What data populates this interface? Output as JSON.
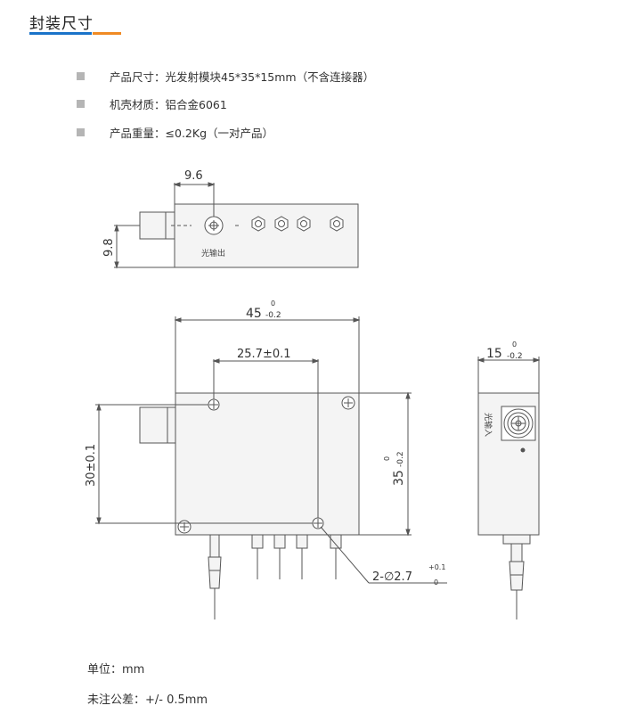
{
  "section_title": "封装尺寸",
  "colors": {
    "accent_blue": "#1a73c9",
    "accent_orange": "#f08a24",
    "drawing_fill": "#f4f4f4",
    "line": "#555555"
  },
  "specs": [
    {
      "label": "产品尺寸：",
      "value": "光发射模块45*35*15mm（不含连接器）"
    },
    {
      "label": "机壳材质：",
      "value": "铝合金6061"
    },
    {
      "label": "产品重量：",
      "value": "≤0.2Kg（一对产品）"
    }
  ],
  "drawing": {
    "top_view": {
      "dim_width": "9.6",
      "dim_height": "9.8",
      "port_label": "光输出"
    },
    "front_view": {
      "width_main": "45",
      "width_tol_upper": "0",
      "width_tol_lower": "-0.2",
      "hole_spacing": "25.7±0.1",
      "height_main": "35",
      "height_tol_upper": "0",
      "height_tol_lower": "-0.2",
      "hole_height": "30±0.1",
      "hole_note_main": "2-∅2.7",
      "hole_tol_upper": "+0.1",
      "hole_tol_lower": "0"
    },
    "side_view": {
      "width_main": "15",
      "width_tol_upper": "0",
      "width_tol_lower": "-0.2",
      "label": "光输入"
    }
  },
  "footer": {
    "unit": "单位：mm",
    "tolerance": "未注公差：+/- 0.5mm"
  }
}
